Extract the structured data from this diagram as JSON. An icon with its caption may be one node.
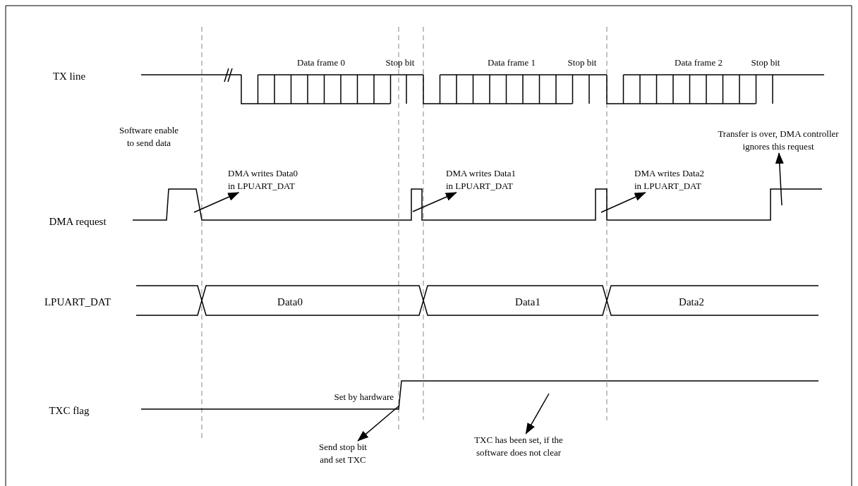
{
  "diagram": {
    "nodes": [
      {
        "text": [
          "Transfer is over, DMA controller ignores this request"
        ]
      },
      {
        "text": [
          "DMA writes Data0 in LPUART_DAT"
        ]
      },
      {
        "text": [
          "DMA writes Data1 in LPUART_DAT"
        ]
      },
      {
        "text": [
          "DMA writes Data2 in LPUART_DAT"
        ]
      },
      {
        "text": [
          "Send stop bit and set TXC"
        ]
      },
      {
        "text": [
          "TXC has been set, if the software does not clear"
        ]
      },
      {
        "text": [],
        "shape": "line"
      }
    ],
    "edges": [
      {
        "from": null,
        "to": 0,
        "arrow": "to"
      },
      {
        "from": null,
        "to": 1,
        "arrow": "to"
      },
      {
        "from": null,
        "to": 2,
        "arrow": "to"
      },
      {
        "from": null,
        "to": 3,
        "arrow": "to"
      },
      {
        "from": 6,
        "to": 4,
        "arrow": "to"
      },
      {
        "from": 6,
        "to": 5,
        "arrow": "to"
      }
    ],
    "labels": [
      "Data frame 0",
      "Stop bit",
      "Data frame 1",
      "Stop bit",
      "Data frame 2",
      "Stop bit",
      "TX line",
      "Software enable to send data",
      "DMA request",
      "LPUART_DAT",
      "Data0",
      "Data1",
      "Data2",
      "TXC flag",
      "Set by hardware"
    ]
  }
}
